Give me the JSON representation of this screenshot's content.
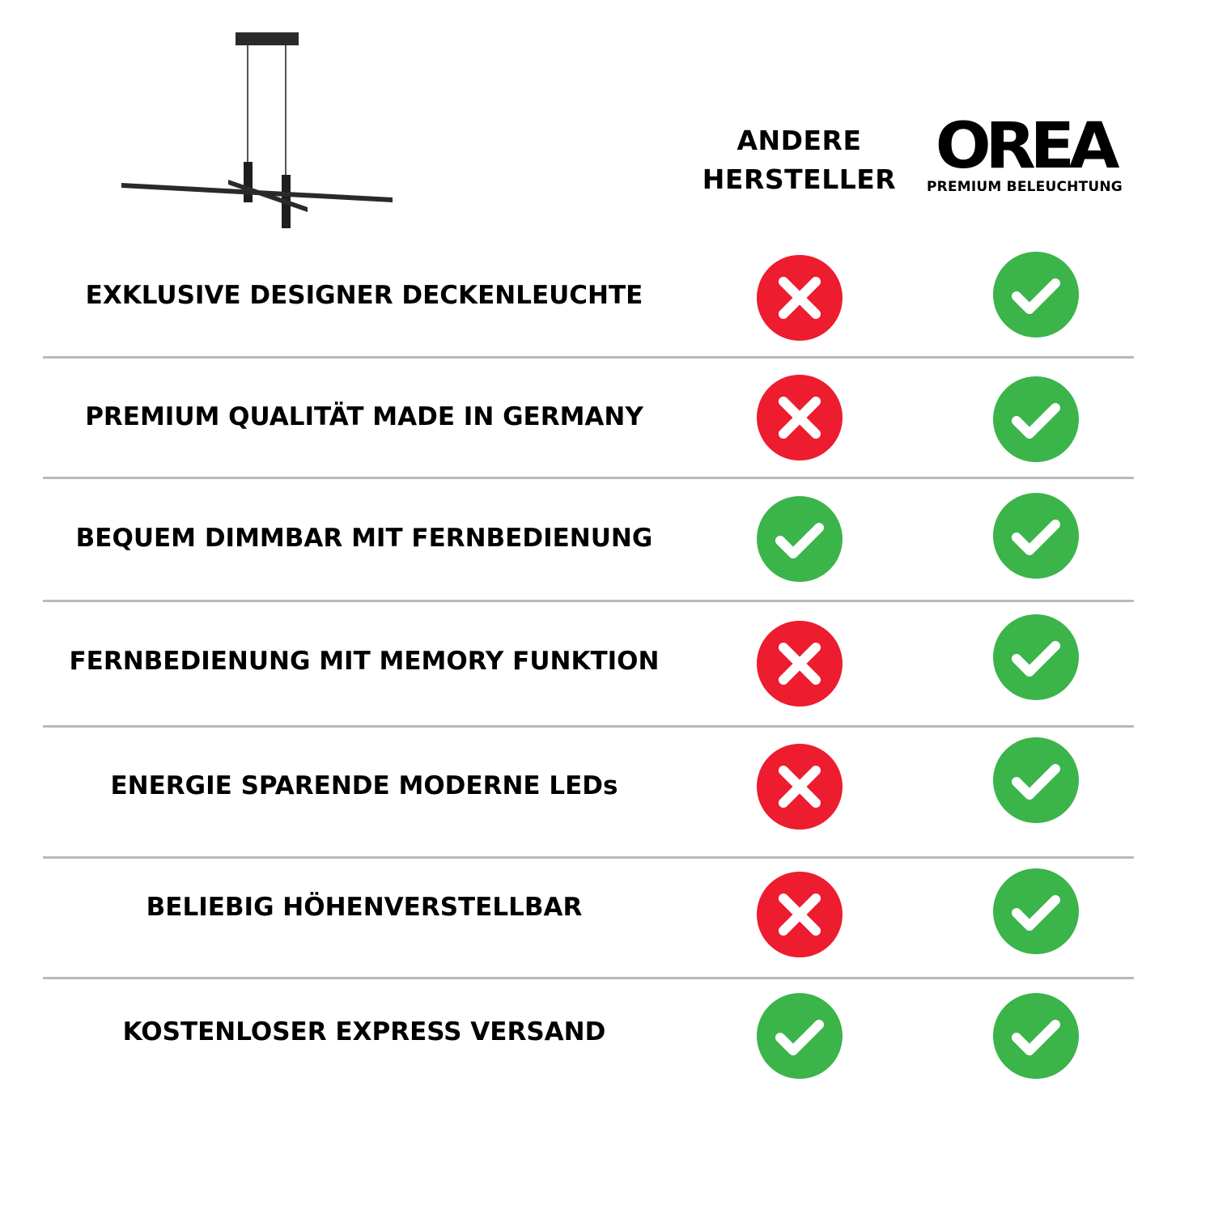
{
  "header": {
    "other_line1": "ANDERE",
    "other_line2": "HERSTELLER",
    "brand_logo": "OREA",
    "brand_tagline": "PREMIUM BELEUCHTUNG"
  },
  "colors": {
    "check": "#3bb44a",
    "cross": "#ed1c2e",
    "divider": "#b9b9b9"
  },
  "rows": [
    {
      "label": "EXKLUSIVE DESIGNER DECKENLEUCHTE",
      "other": "cross",
      "orea": "check"
    },
    {
      "label": "PREMIUM QUALITÄT MADE IN GERMANY",
      "other": "cross",
      "orea": "check"
    },
    {
      "label": "BEQUEM DIMMBAR MIT FERNBEDIENUNG",
      "other": "check",
      "orea": "check"
    },
    {
      "label": "FERNBEDIENUNG MIT MEMORY FUNKTION",
      "other": "cross",
      "orea": "check"
    },
    {
      "label": "ENERGIE SPARENDE MODERNE LEDs",
      "other": "cross",
      "orea": "check"
    },
    {
      "label": "BELIEBIG HÖHENVERSTELLBAR",
      "other": "cross",
      "orea": "check"
    },
    {
      "label": "KOSTENLOSER EXPRESS VERSAND",
      "other": "check",
      "orea": "check"
    }
  ]
}
